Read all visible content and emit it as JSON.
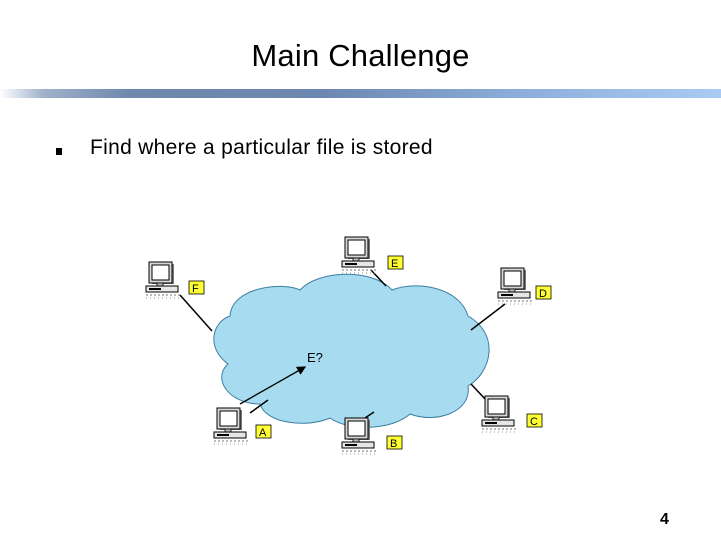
{
  "slide": {
    "title": "Main Challenge",
    "bullets": [
      "Find where a particular file is stored"
    ],
    "page_number": "4"
  },
  "diagram": {
    "query_label": "E?",
    "node_labels": {
      "A": "A",
      "B": "B",
      "C": "C",
      "D": "D",
      "E": "E",
      "F": "F"
    },
    "colors": {
      "cloud_fill": "#a6dbf0",
      "label_fill": "#ffff33",
      "title_bar": "#6d88b0"
    }
  }
}
